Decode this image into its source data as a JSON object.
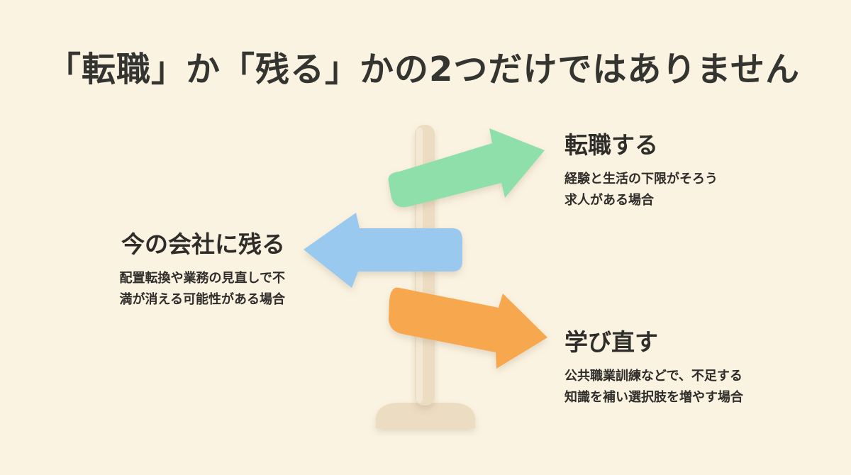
{
  "title": "「転職」か「残る」かの2つだけではありません",
  "options": {
    "career_change": {
      "heading": "転職する",
      "desc_line1": "経験と生活の下限がそろう",
      "desc_line2": "求人がある場合",
      "color": "#8fdfaa"
    },
    "stay": {
      "heading": "今の会社に残る",
      "desc_line1": "配置転換や業務の見直しで不",
      "desc_line2": "満が消える可能性がある場合",
      "color": "#9ac9ef"
    },
    "relearn": {
      "heading": "学び直す",
      "desc_line1": "公共職業訓練などで、不足する",
      "desc_line2": "知識を補い選択肢を増やす場合",
      "color": "#f7a850"
    }
  },
  "signpost_color": "#ecdcc2"
}
